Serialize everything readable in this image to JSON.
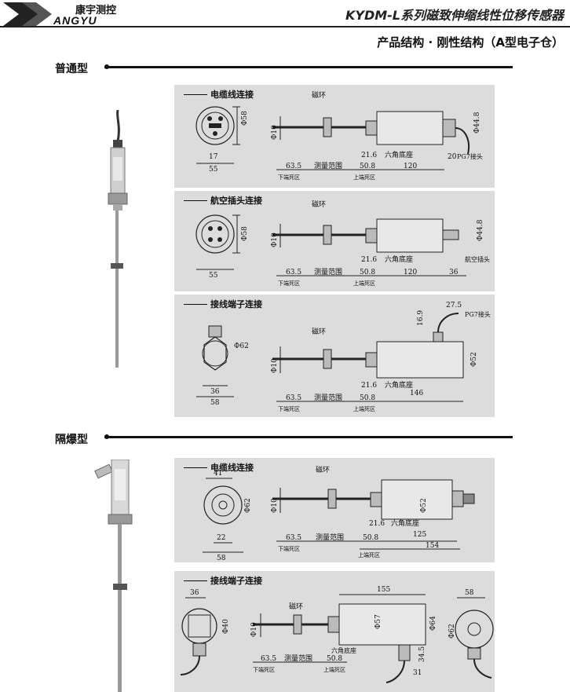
{
  "header": {
    "logo_cn": "康宇测控",
    "logo_en": "ANGYU",
    "doc_title": "KYDM-L系列磁致伸缩线性位移传感器",
    "subtitle": "产品结构 · 刚性结构（A型电子仓）"
  },
  "sections": [
    {
      "label": "普通型"
    },
    {
      "label": "隔爆型"
    }
  ],
  "panels": [
    {
      "caption": "电缆线连接",
      "labels": {
        "ring": "磁环",
        "hex": "六角底座",
        "range": "测量范围",
        "dead_lower": "下端死区",
        "dead_upper": "上端死区",
        "dia_face": "Φ58",
        "face_w": "55",
        "face_17": "17",
        "rod_d": "Φ10",
        "d635": "63.5",
        "d508": "50.8",
        "d216": "21.6",
        "d120": "120",
        "d20": "20",
        "d448": "Φ44.8",
        "joint": "PG7接头"
      }
    },
    {
      "caption": "航空插头连接",
      "labels": {
        "ring": "磁环",
        "hex": "六角底座",
        "range": "测量范围",
        "dead_lower": "下端死区",
        "dead_upper": "上端死区",
        "dia_face": "Φ58",
        "face_w": "55",
        "rod_d": "Φ10",
        "d635": "63.5",
        "d508": "50.8",
        "d216": "21.6",
        "d120": "120",
        "d36": "36",
        "d448": "Φ44.8",
        "plug": "航空插头"
      }
    },
    {
      "caption": "接线端子连接",
      "labels": {
        "ring": "磁环",
        "hex": "六角底座",
        "range": "测量范围",
        "dead_lower": "下端死区",
        "dead_upper": "上端死区",
        "dia_face": "Φ62",
        "face_36": "36",
        "face_58": "58",
        "rod_d": "Φ10",
        "d635": "63.5",
        "d508": "50.8",
        "d216": "21.6",
        "d146": "146",
        "d169": "16.9",
        "d275": "27.5",
        "d52": "Φ52",
        "joint": "PG7接头"
      }
    },
    {
      "caption": "电缆线连接",
      "labels": {
        "ring": "磁环",
        "hex": "六角底座",
        "range": "测量范围",
        "dead_lower": "下端死区",
        "dead_upper": "上端死区",
        "face_41": "41",
        "dia_face": "Φ62",
        "face_22": "22",
        "face_58": "58",
        "rod_d": "Φ10",
        "d635": "63.5",
        "d508": "50.8",
        "d216": "21.6",
        "d125": "125",
        "d154": "154",
        "d52": "Φ52"
      }
    },
    {
      "caption": "接线端子连接",
      "labels": {
        "ring": "磁环",
        "hex": "六角底座",
        "range": "测量范围",
        "dead_lower": "下端死区",
        "dead_upper": "上端死区",
        "face_36": "36",
        "dia_40": "Φ40",
        "rod_d": "Φ10",
        "d635": "63.5",
        "d508": "50.8",
        "d155": "155",
        "d57": "Φ57",
        "d64": "Φ64",
        "d345": "34.5",
        "d31": "31",
        "d58": "58",
        "d62": "Φ62"
      }
    }
  ]
}
